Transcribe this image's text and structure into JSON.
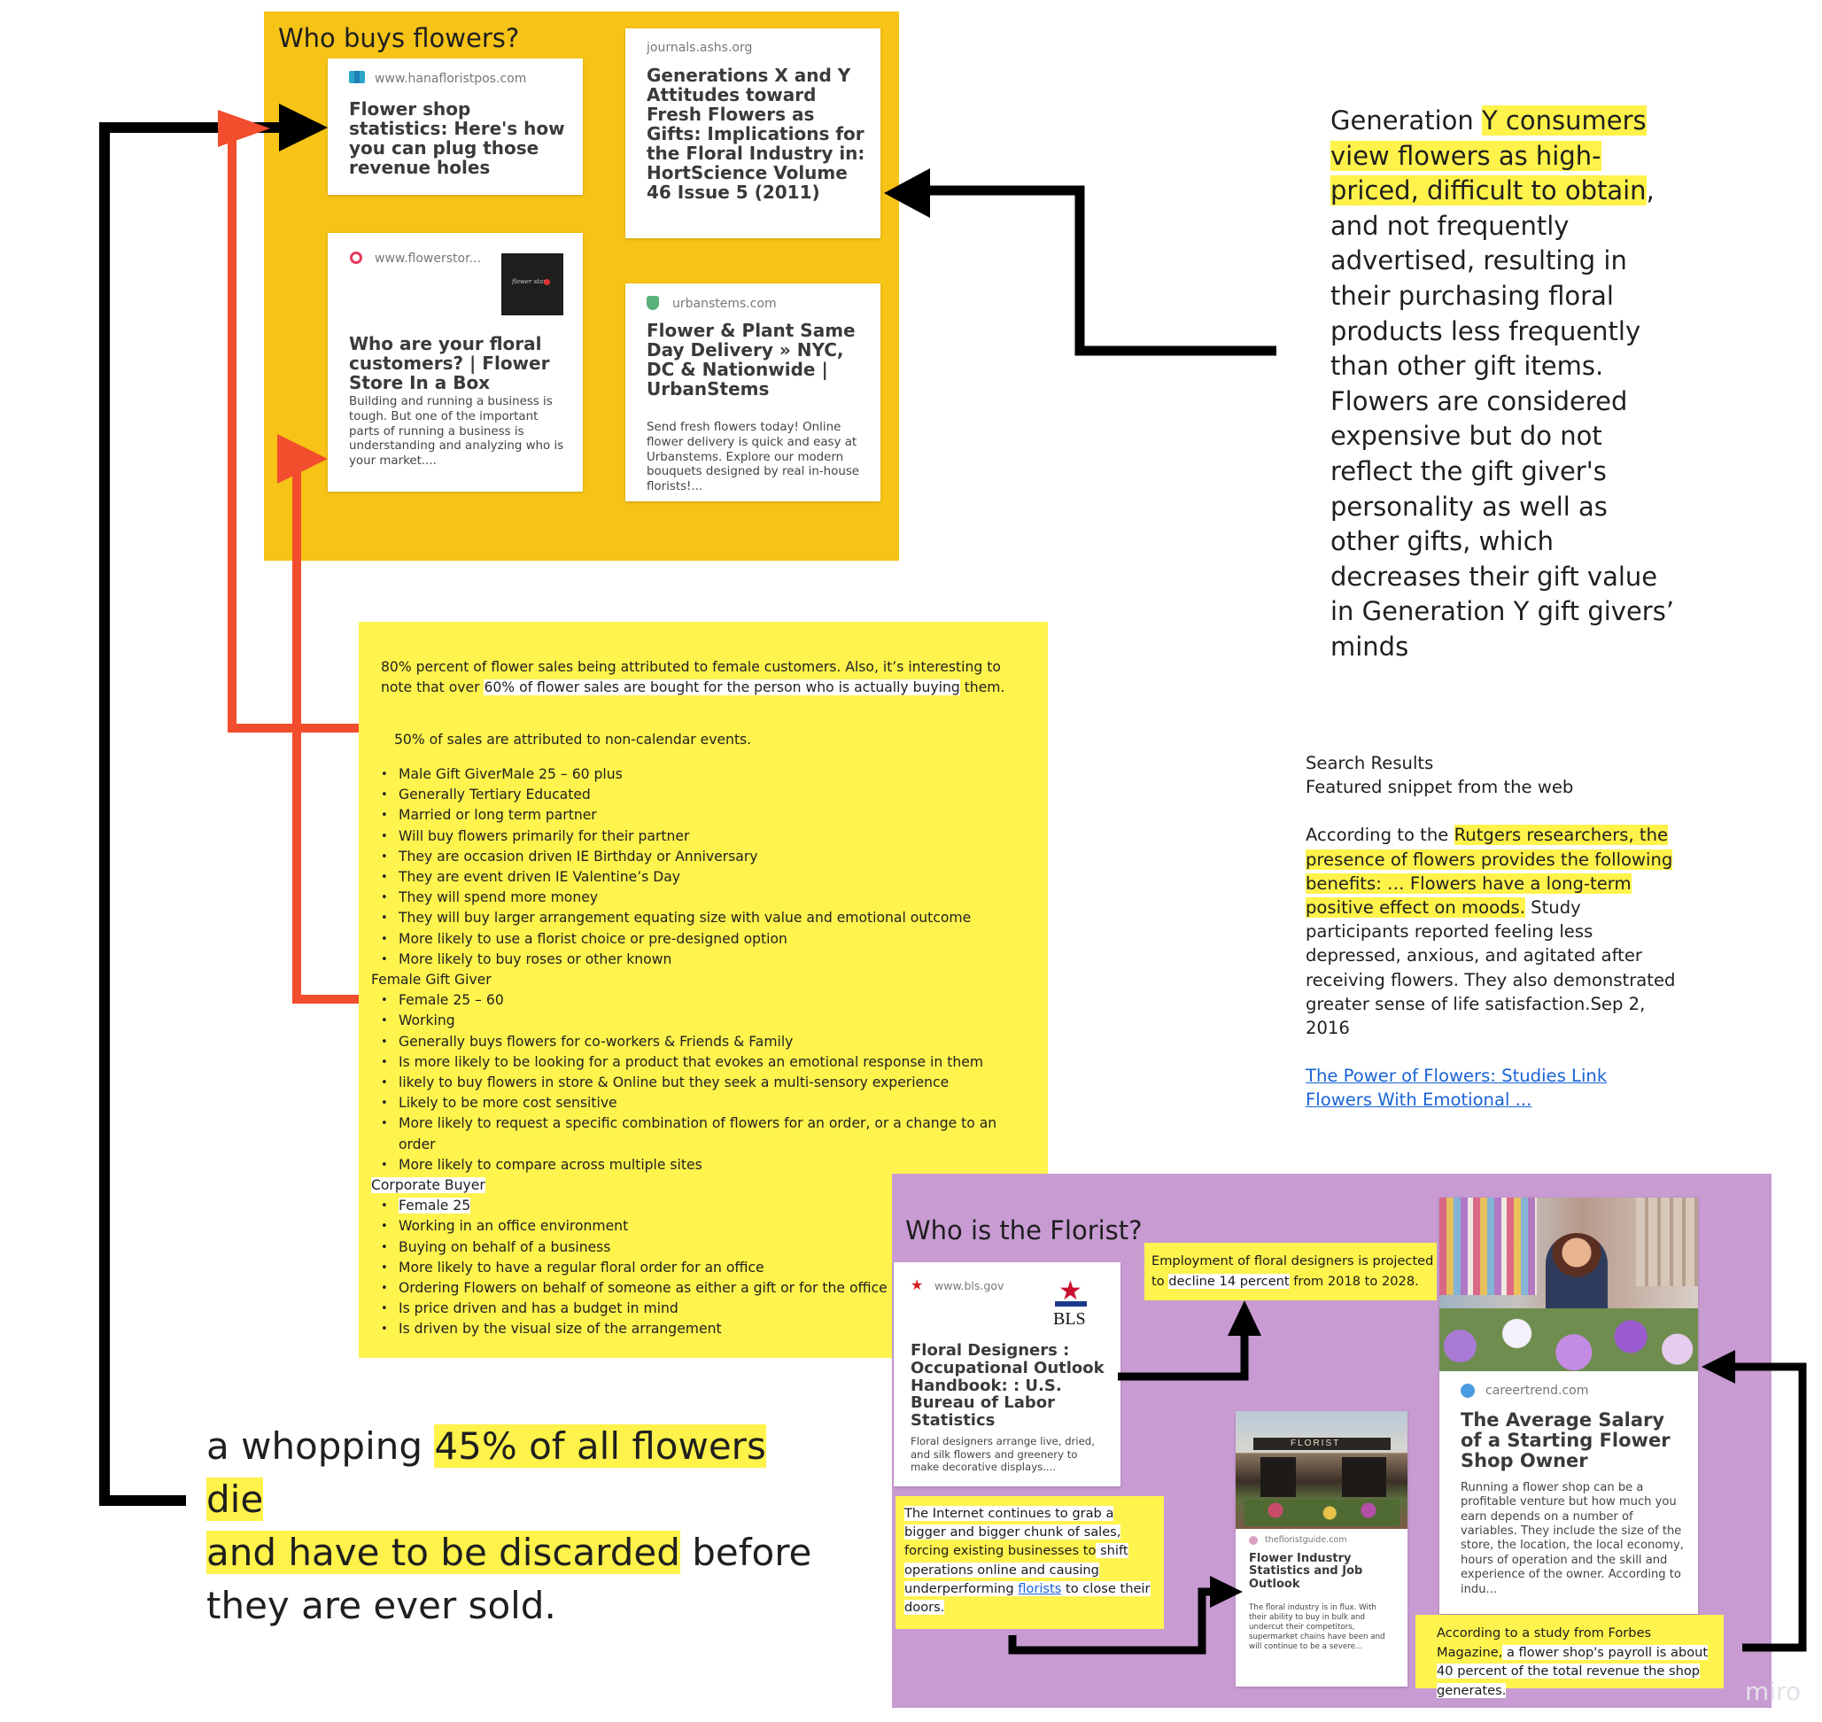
{
  "colors": {
    "orange_frame": "#f6c316",
    "purple_frame": "#c89bd3",
    "sticky_yellow": "#fff34d",
    "highlight": "#fff24a",
    "red_arrow": "#f24d2d",
    "black_arrow": "#000000",
    "link_blue": "#1a63d6"
  },
  "flowers_frame": {
    "title": "Who buys flowers?",
    "cards": [
      {
        "domain": "www.hanafloristpos.com",
        "title": "Flower shop statistics: Here's how you can plug those revenue holes",
        "icon": "hana-logo-icon"
      },
      {
        "domain": "journals.ashs.org",
        "title": "Generations X and Y Attitudes toward Fresh Flowers as Gifts: Implications for the Floral Industry in: HortScience Volume 46 Issue 5 (2011)"
      },
      {
        "domain": "www.flowerstor...",
        "title": "Who are your floral customers? | Flower Store In a Box",
        "desc": "Building and running a business is tough.  But one of the important parts of running a business is understanding and analyzing who is your market....",
        "icon": "flower-store-logo-icon",
        "thumb_text": "flower store"
      },
      {
        "domain": "urbanstems.com",
        "title": "Flower & Plant Same Day Delivery » NYC, DC & Nationwide | UrbanStems",
        "desc": "Send fresh flowers today! Online flower delivery is quick and easy at Urbanstems. Explore our modern bouquets designed by real in-house florists!...",
        "icon": "urbanstems-logo-icon"
      }
    ]
  },
  "gen_y_note": {
    "p1": "Generation ",
    "p2": "Y consumers view flowers as high-priced, difficult to obtain",
    "p3": ", and not frequently advertised, resulting in their purchasing floral products less frequently than other gift items. Flowers are considered expensive but do not reflect the gift giver's personality as well as other gifts, which decreases their gift value in Generation Y gift givers’ minds"
  },
  "sales_sticky": {
    "intro1": "80% percent of flower sales being attributed to female customers. Also, it’s interesting to note that over ",
    "intro_hl": "60% of flower sales are bought for the person who is actually buying",
    "intro2": " them.",
    "line2": "50% of sales are attributed to non-calendar events.",
    "male_items": [
      "Male Gift GiverMale 25 – 60 plus",
      "Generally Tertiary Educated",
      "Married or long term partner",
      "Will buy flowers primarily for their partner",
      "They are occasion driven IE Birthday or Anniversary",
      "They are event driven IE Valentine’s Day",
      "They will spend more money",
      "They will buy larger arrangement equating size with value and emotional outcome",
      "More likely to use a florist choice or pre-designed option",
      "More likely to buy roses or other known"
    ],
    "female_heading": "Female Gift Giver",
    "female_items": [
      "Female 25 – 60",
      "Working",
      "Generally buys flowers for co-workers & Friends & Family",
      "Is more likely to be looking for a product that evokes an emotional response in them",
      "likely to buy flowers in store & Online but they seek a multi-sensory experience",
      "Likely to be more cost sensitive",
      "More likely to request a specific combination of flowers for an order, or a change to an order",
      "More likely to compare across multiple sites"
    ],
    "corporate_heading": "Corporate Buyer",
    "corporate_items": [
      "Female 25",
      "Working in an office environment",
      "Buying on behalf of a business",
      "More likely to have a regular floral order for an office",
      "Ordering Flowers on behalf of someone as either a gift or for the office",
      "Is price driven and has a budget in mind",
      "Is driven by the visual size of the arrangement"
    ]
  },
  "rutgers_note": {
    "line1": "Search Results",
    "line2": "Featured snippet from the web",
    "p1": "According to the ",
    "hl": "Rutgers researchers, the presence of flowers provides the following benefits: … Flowers have a long-term positive effect on moods.",
    "p2": " Study participants reported feeling less depressed, anxious, and agitated after receiving flowers. They also demonstrated greater sense of life satisfaction.Sep 2, 2016",
    "link": "The Power of Flowers: Studies Link Flowers With Emotional ..."
  },
  "waste_note": {
    "a": " a whopping ",
    "hl1": "45% of all flowers die",
    "hl2": "and have to be discarded",
    "b": " before",
    "c": "they are ever sold."
  },
  "florist_frame": {
    "title": "Who is the Florist?",
    "bls_card": {
      "domain": "www.bls.gov",
      "logo_text": "BLS",
      "title": "Floral Designers : Occupational Outlook Handbook: : U.S. Bureau of Labor Statistics",
      "desc": "Floral designers arrange live, dried, and silk flowers and greenery to make decorative displays...."
    },
    "employment_sticky": {
      "hl1": "Employment of floral designers is projected",
      "t1": "to ",
      "w1": "decline 14 percent",
      "t2": " from 2018 to 2028."
    },
    "internet_sticky": {
      "t1": "The Internet continues to grab a bigger and bigger chunk of sales, ",
      "hl": "forcing existing businesses to",
      "t2": " shift operations online and causing underperforming ",
      "link": "florists",
      "t3": " to close their doors."
    },
    "florist_guide_card": {
      "domain": "thefloristguide.com",
      "title": "Flower Industry Statistics and Job Outlook",
      "desc": "The floral industry is in flux. With their ability to buy in bulk and undercut their competitors, supermarket chains have been and will continue to be a severe...",
      "storefront_sign": "FLORIST"
    },
    "careertrend_card": {
      "domain": "careertrend.com",
      "title": "The Average Salary of a Starting Flower Shop Owner",
      "desc": "Running a flower shop can be a profitable venture but how much you earn depends on a number of variables. They include the size of the store, the location, the local economy, hours of operation and the skill and experience of the owner. According to indu..."
    },
    "forbes_sticky": {
      "hl": "According to a study from Forbes Magazine,",
      "t": " a flower shop's payroll is about 40 percent of the total revenue the shop generates."
    }
  },
  "watermark": "miro"
}
